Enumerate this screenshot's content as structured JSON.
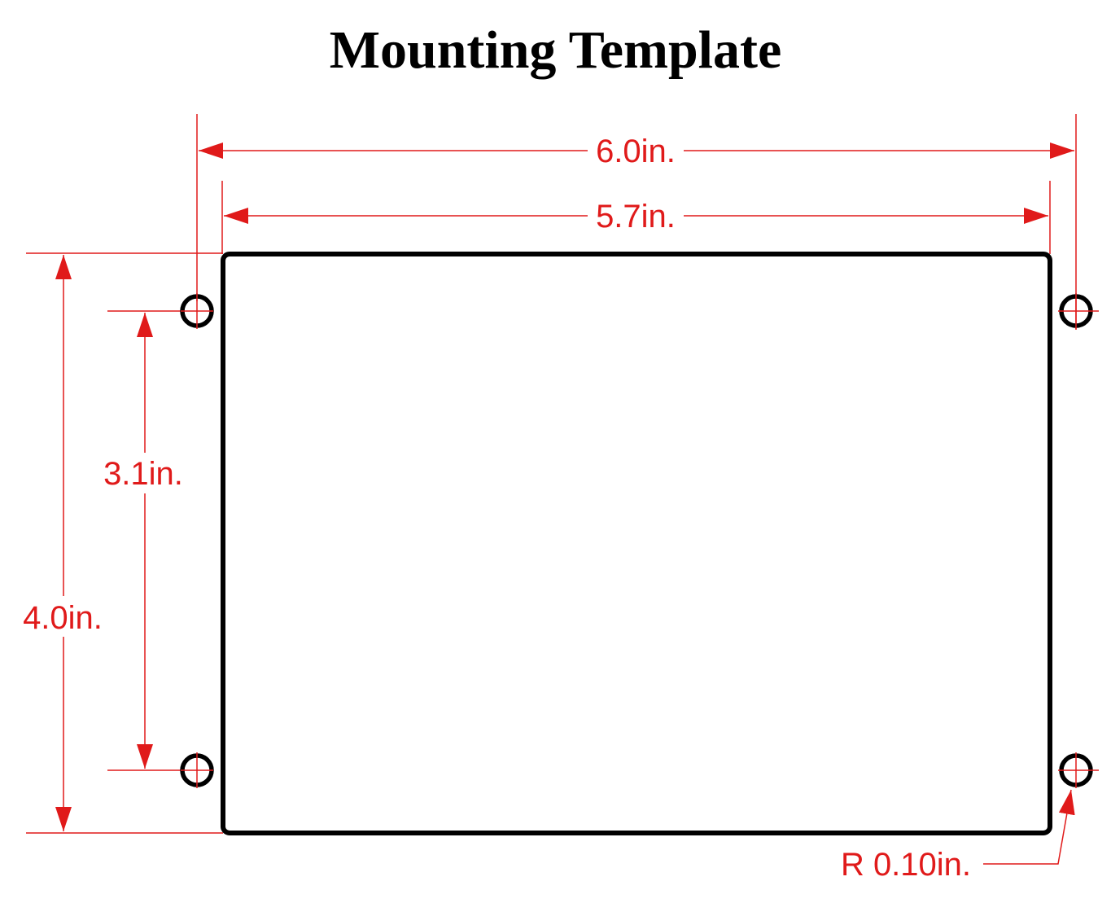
{
  "title": "Mounting Template",
  "colors": {
    "dimension": "#e01a1a",
    "outline": "#000000",
    "background": "#ffffff"
  },
  "dimensions": {
    "overall_width": "6.0in.",
    "panel_width": "5.7in.",
    "overall_height": "4.0in.",
    "hole_spacing": "3.1in.",
    "hole_radius": "R 0.10in."
  }
}
